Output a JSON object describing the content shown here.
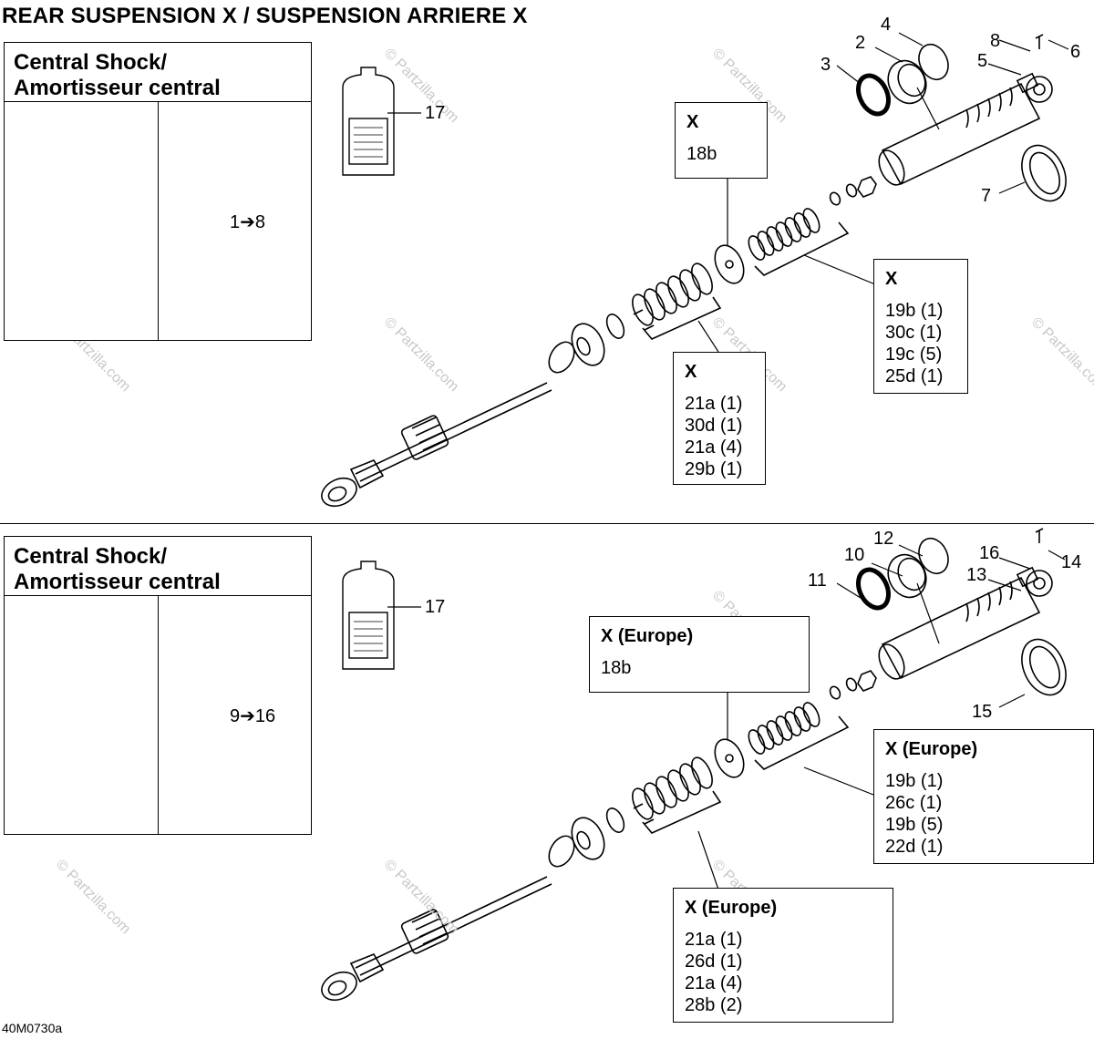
{
  "title": "REAR SUSPENSION X / SUSPENSION ARRIERE X",
  "watermark": "© Partzilla.com",
  "footer_code": "40M0730a",
  "sections": [
    {
      "panel_title_line1": "Central Shock/",
      "panel_title_line2": "Amortisseur central",
      "shock_range": "1➔8",
      "bottle_callout": "17",
      "callouts": {
        "a": "4",
        "b": "2",
        "c": "3",
        "d": "8",
        "e": "5",
        "f": "6",
        "g": "7"
      },
      "box_top": {
        "heading": "X",
        "lines": [
          "18b"
        ]
      },
      "box_right": {
        "heading": "X",
        "lines": [
          "19b (1)",
          "30c (1)",
          "19c (5)",
          "25d (1)"
        ]
      },
      "box_bottom": {
        "heading": "X",
        "lines": [
          "21a (1)",
          "30d (1)",
          "21a (4)",
          "29b (1)"
        ]
      }
    },
    {
      "panel_title_line1": "Central Shock/",
      "panel_title_line2": "Amortisseur central",
      "shock_range": "9➔16",
      "bottle_callout": "17",
      "callouts": {
        "a": "12",
        "b": "10",
        "c": "11",
        "d": "16",
        "e": "13",
        "f": "14",
        "g": "15"
      },
      "box_top": {
        "heading": "X (Europe)",
        "lines": [
          "18b"
        ]
      },
      "box_right": {
        "heading": "X (Europe)",
        "lines": [
          "19b (1)",
          "26c (1)",
          "19b (5)",
          "22d (1)"
        ]
      },
      "box_bottom": {
        "heading": "X (Europe)",
        "lines": [
          "21a (1)",
          "26d (1)",
          "21a (4)",
          "28b (2)"
        ]
      }
    }
  ]
}
